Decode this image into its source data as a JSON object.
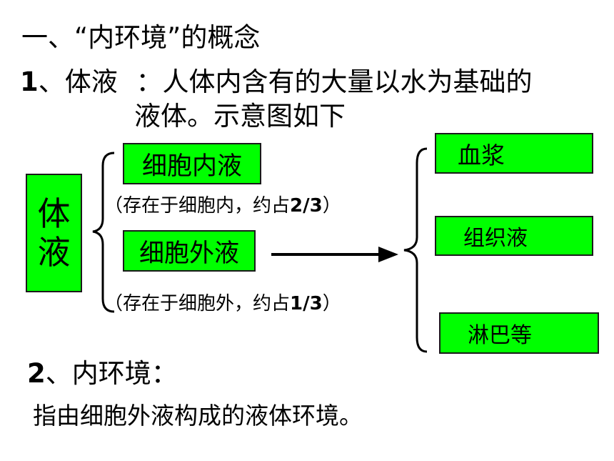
{
  "title": "一、“内环境”的概念",
  "section1": {
    "number": "1",
    "label": "、体液",
    "colon": "：",
    "definition_line1": "人体内含有的大量以水为基础的",
    "definition_line2": "液体。示意图如下"
  },
  "diagram": {
    "root": "体液",
    "root_chars": [
      "体",
      "液"
    ],
    "intracellular": "细胞内液",
    "intracellular_note_pre": "（存在于细胞内，约占",
    "intracellular_note_frac": "2/3",
    "intracellular_note_post": "）",
    "extracellular": "细胞外液",
    "extracellular_note_pre": "（存在于细胞外，约占",
    "extracellular_note_frac": "1/3",
    "extracellular_note_post": "）",
    "components": [
      "血浆",
      "组织液",
      "淋巴等"
    ],
    "box_color": "#00ff00"
  },
  "section2": {
    "number": "2",
    "label": "、内环境：",
    "definition": "指由细胞外液构成的液体环境。"
  }
}
